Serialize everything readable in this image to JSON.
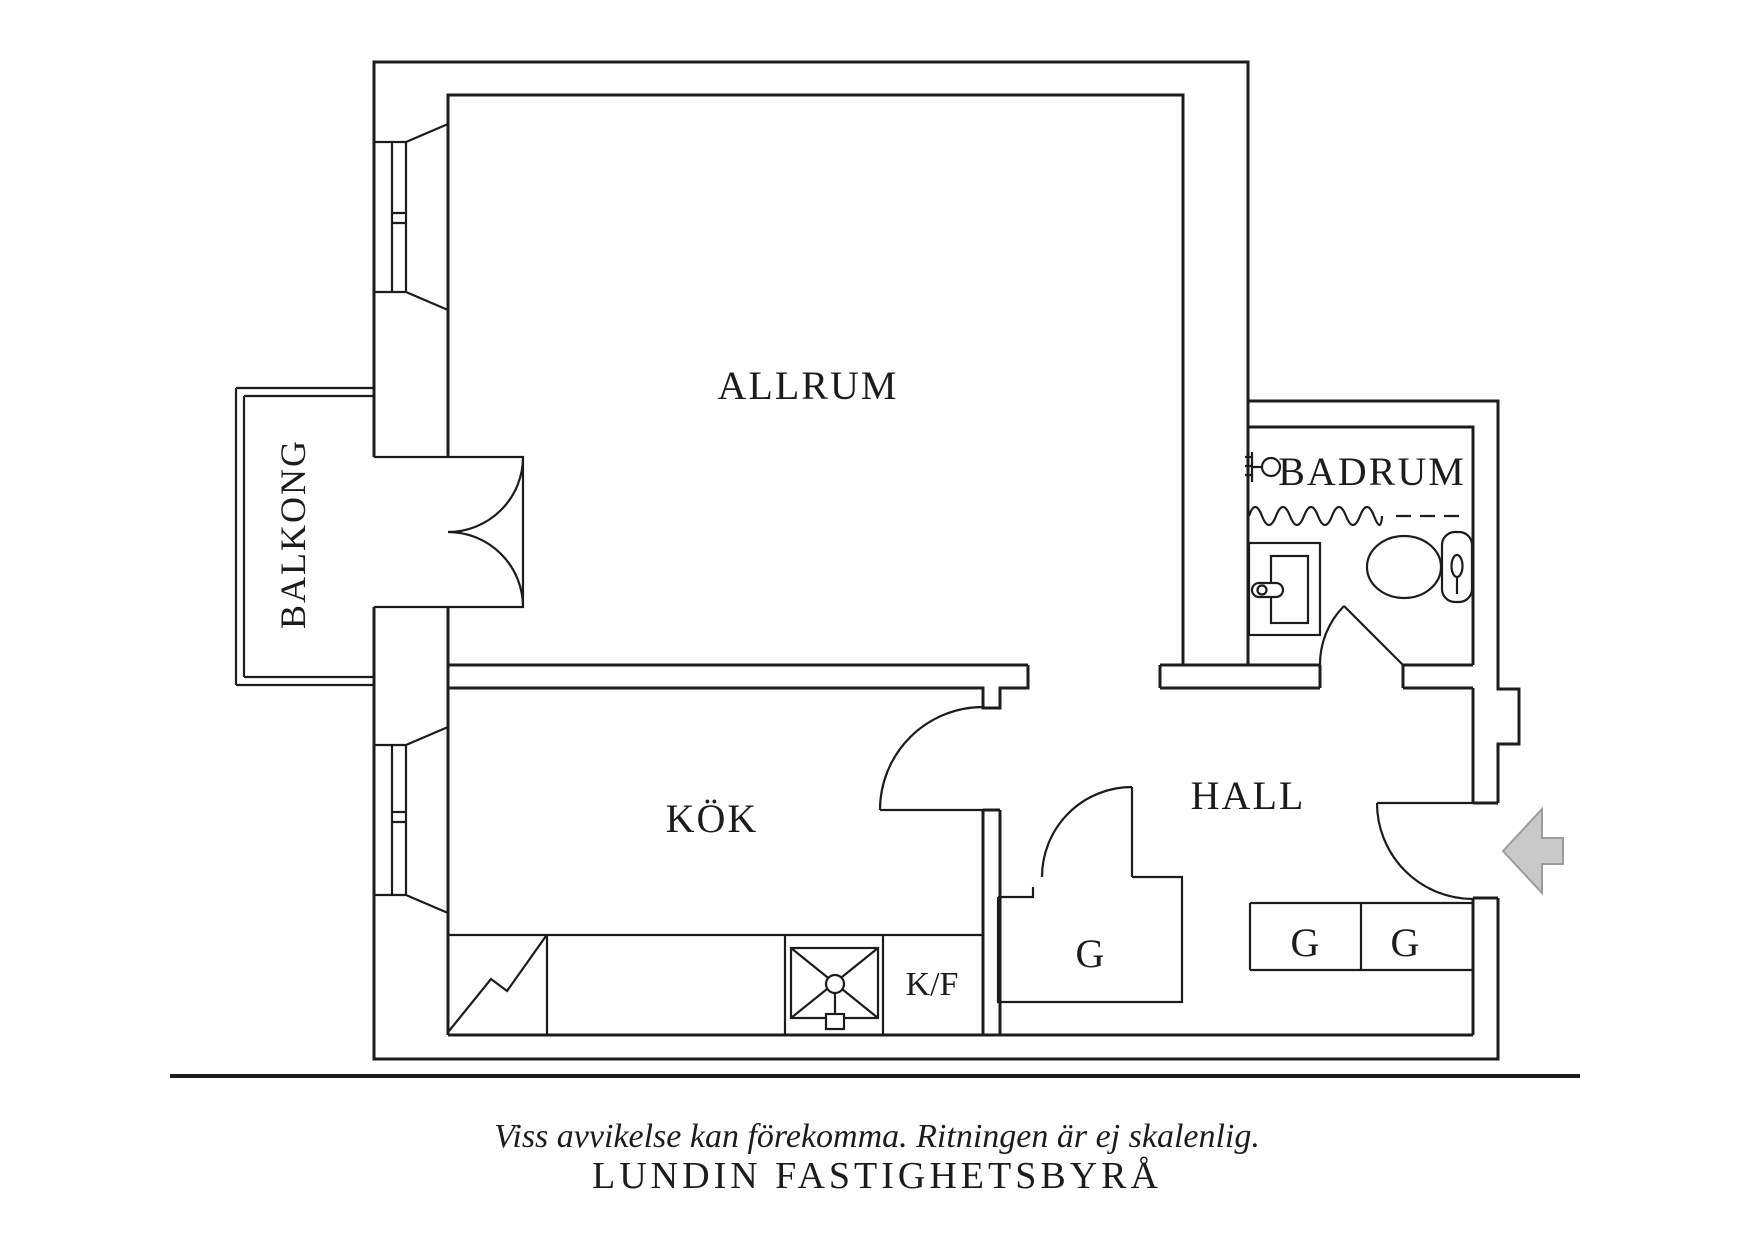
{
  "floorplan": {
    "rooms": {
      "allrum": "ALLRUM",
      "kok": "KÖK",
      "hall": "HALL",
      "badrum": "BADRUM",
      "balkong": "BALKONG"
    },
    "closets": {
      "g_hall": "G",
      "g_entry_left": "G",
      "g_entry_right": "G"
    },
    "appliances": {
      "fridge_freezer": "K/F"
    },
    "colors": {
      "line": "#1c1c1c",
      "background": "#ffffff",
      "entry_arrow_fill": "#c9c9c9",
      "entry_arrow_stroke": "#9c9c9c"
    }
  },
  "footer": {
    "disclaimer": "Viss avvikelse kan förekomma. Ritningen är ej skalenlig.",
    "agency": "LUNDIN FASTIGHETSBYRÅ"
  }
}
